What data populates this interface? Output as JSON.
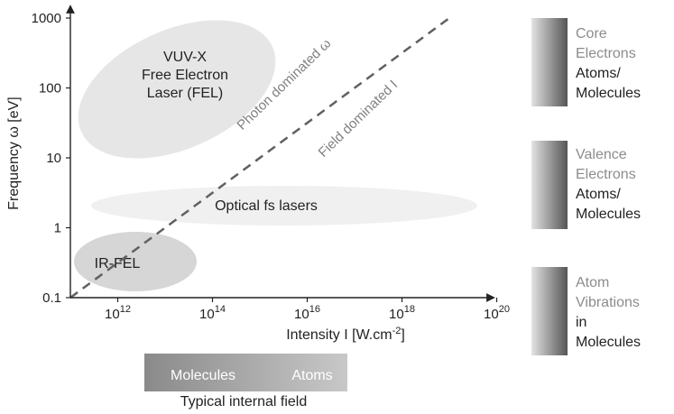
{
  "chart_data": {
    "type": "scatter",
    "xlabel": "Intensity I [W.cm",
    "xlabel_sup": "-2",
    "xlabel_end": "]",
    "ylabel": "Frequency ω [eV]",
    "x_scale": "log",
    "y_scale": "log",
    "x_ticks": [
      {
        "base": "10",
        "exp": "12",
        "value": 1000000000000.0
      },
      {
        "base": "10",
        "exp": "14",
        "value": 100000000000000.0
      },
      {
        "base": "10",
        "exp": "16",
        "value": 1e+16
      },
      {
        "base": "10",
        "exp": "18",
        "value": 1e+18
      },
      {
        "base": "10",
        "exp": "20",
        "value": 1e+20
      }
    ],
    "y_ticks": [
      {
        "label": "0.1",
        "value": 0.1
      },
      {
        "label": "1",
        "value": 1
      },
      {
        "label": "10",
        "value": 10
      },
      {
        "label": "100",
        "value": 100
      },
      {
        "label": "1000",
        "value": 1000
      }
    ],
    "xlim": [
      100000000000.0,
      1e+20
    ],
    "ylim": [
      0.1,
      1000
    ],
    "regions": [
      {
        "label_lines": [
          "VUV-X",
          "Free Electron",
          "Laser (FEL)"
        ],
        "color": "#e6e6e6"
      },
      {
        "label_lines": [
          "Optical fs lasers"
        ],
        "color": "#f0f0f0"
      },
      {
        "label_lines": [
          "IR-FEL"
        ],
        "color": "#d6d6d6"
      }
    ],
    "boundary": {
      "style": "dashed",
      "color": "#606060",
      "x": [
        100000000000.0,
        1e+19
      ],
      "y": [
        0.1,
        1000
      ]
    },
    "annotations": [
      "Photon dominated ω",
      "Field dominated I"
    ]
  },
  "side_panels": [
    {
      "muted_lines": [
        "Core",
        "Electrons"
      ],
      "dark_lines": [
        "Atoms/",
        "Molecules"
      ]
    },
    {
      "muted_lines": [
        "Valence",
        "Electrons"
      ],
      "dark_lines": [
        "Atoms/",
        "Molecules"
      ]
    },
    {
      "muted_lines": [
        "Atom",
        "Vibrations"
      ],
      "dark_lines": [
        "in",
        "Molecules"
      ]
    }
  ],
  "field_bar": {
    "left_label": "Molecules",
    "right_label": "Atoms",
    "caption": "Typical internal field"
  }
}
